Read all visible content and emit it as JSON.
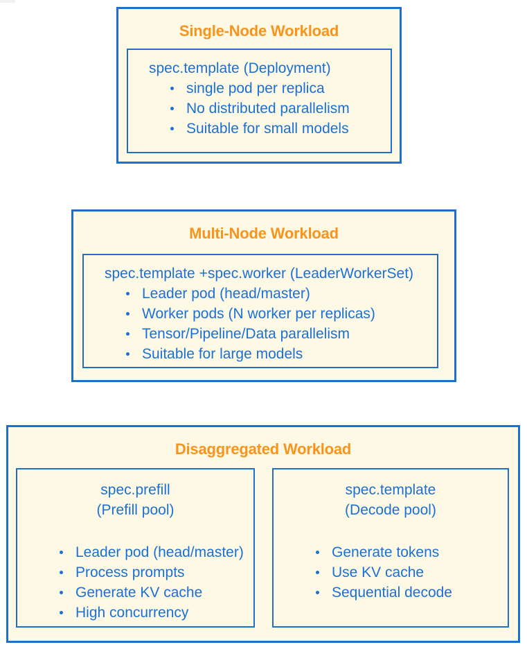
{
  "colors": {
    "title_orange": "#f7941e",
    "body_blue": "#1a70d4",
    "border_blue": "#1d6ecd",
    "panel_background": "#fdf9e4",
    "page_background": "#ffffff"
  },
  "boxes": [
    {
      "title": "Single-Node Workload",
      "panels": [
        {
          "heading_lines": [
            "spec.template (Deployment)"
          ],
          "bullets": [
            "single pod per replica",
            "No distributed parallelism",
            "Suitable for small models"
          ]
        }
      ]
    },
    {
      "title": "Multi-Node Workload",
      "panels": [
        {
          "heading_lines": [
            "spec.template +spec.worker (LeaderWorkerSet)"
          ],
          "bullets": [
            "Leader pod (head/master)",
            "Worker pods (N worker per replicas)",
            "Tensor/Pipeline/Data parallelism",
            "Suitable for large models"
          ]
        }
      ]
    },
    {
      "title": "Disaggregated Workload",
      "panels": [
        {
          "heading_lines": [
            "spec.prefill",
            "(Prefill pool)"
          ],
          "bullets": [
            "Leader pod (head/master)",
            "Process prompts",
            "Generate KV cache",
            "High concurrency"
          ]
        },
        {
          "heading_lines": [
            "spec.template",
            "(Decode pool)"
          ],
          "bullets": [
            "Generate tokens",
            "Use KV cache",
            "Sequential decode"
          ]
        }
      ]
    }
  ]
}
